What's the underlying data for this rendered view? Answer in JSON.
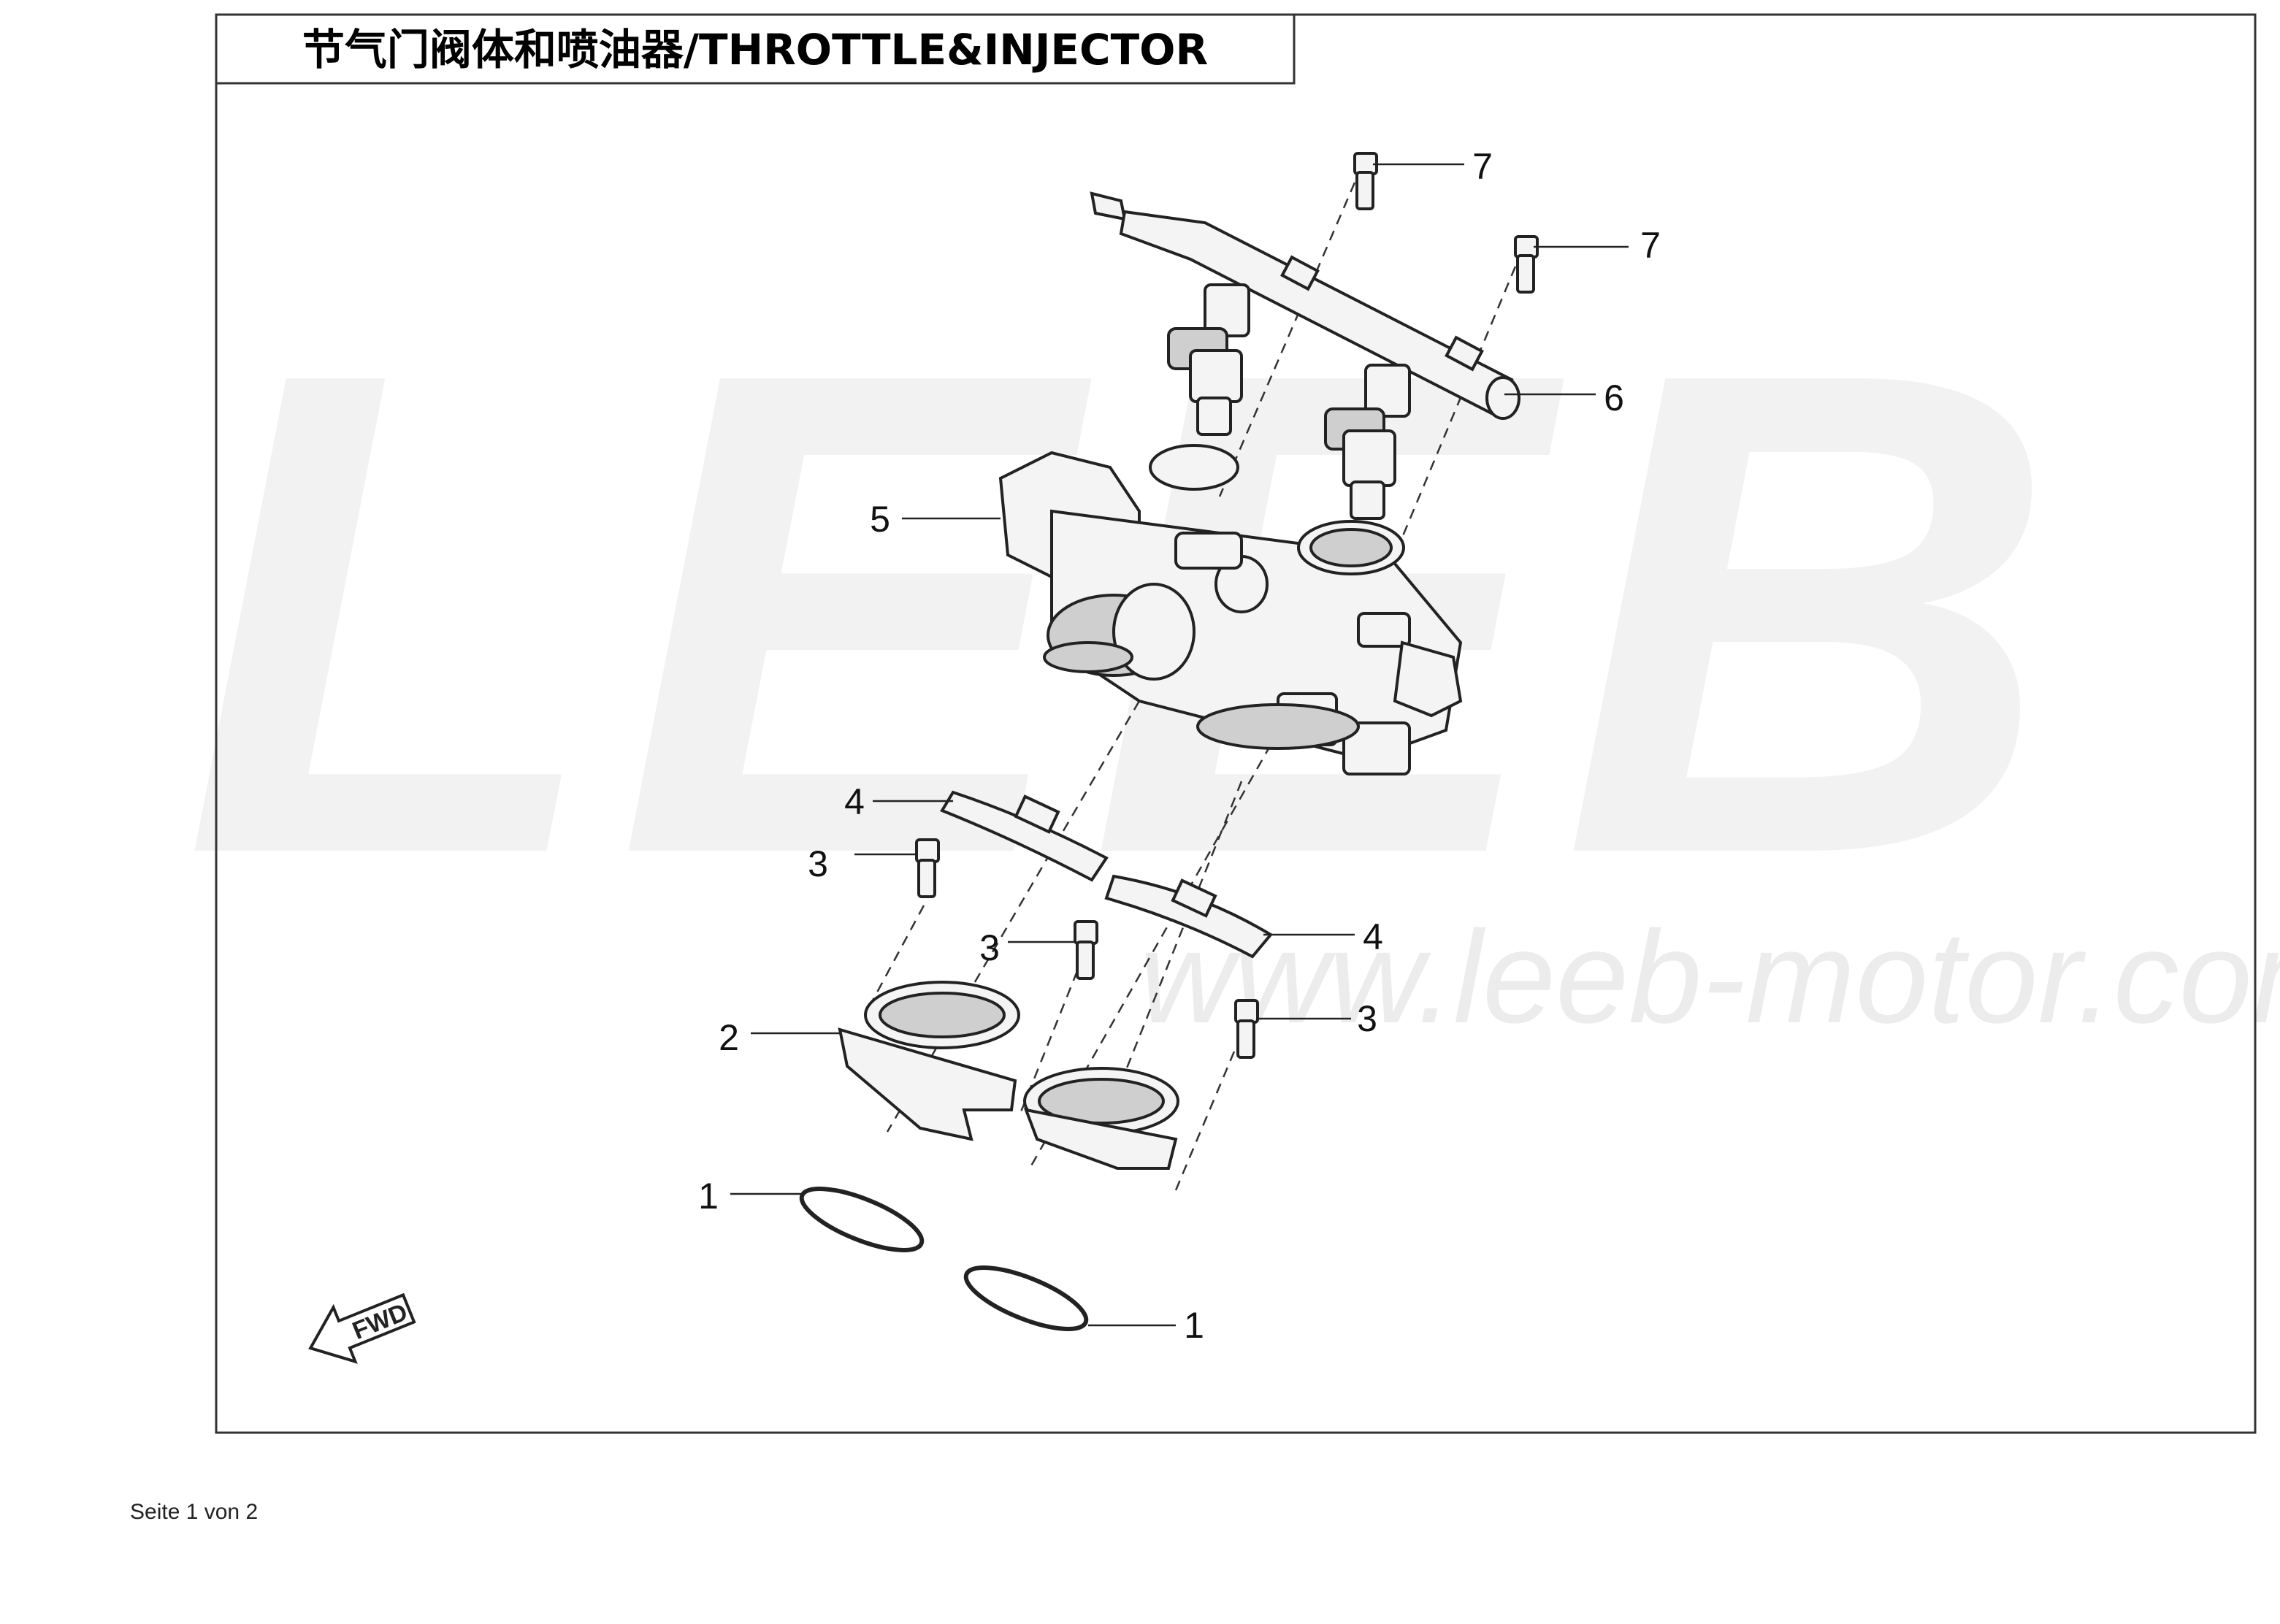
{
  "diagram": {
    "title": "节气门阀体和喷油器/THROTTLE&INJECTOR",
    "watermark_brand": "LEEB",
    "watermark_url": "www.leeb-motor.com",
    "direction_label": "FWD",
    "callouts": [
      "7",
      "7",
      "6",
      "5",
      "4",
      "3",
      "4",
      "3",
      "2",
      "3",
      "1",
      "1"
    ]
  },
  "footer": {
    "page_text": "Seite 1 von 2"
  }
}
